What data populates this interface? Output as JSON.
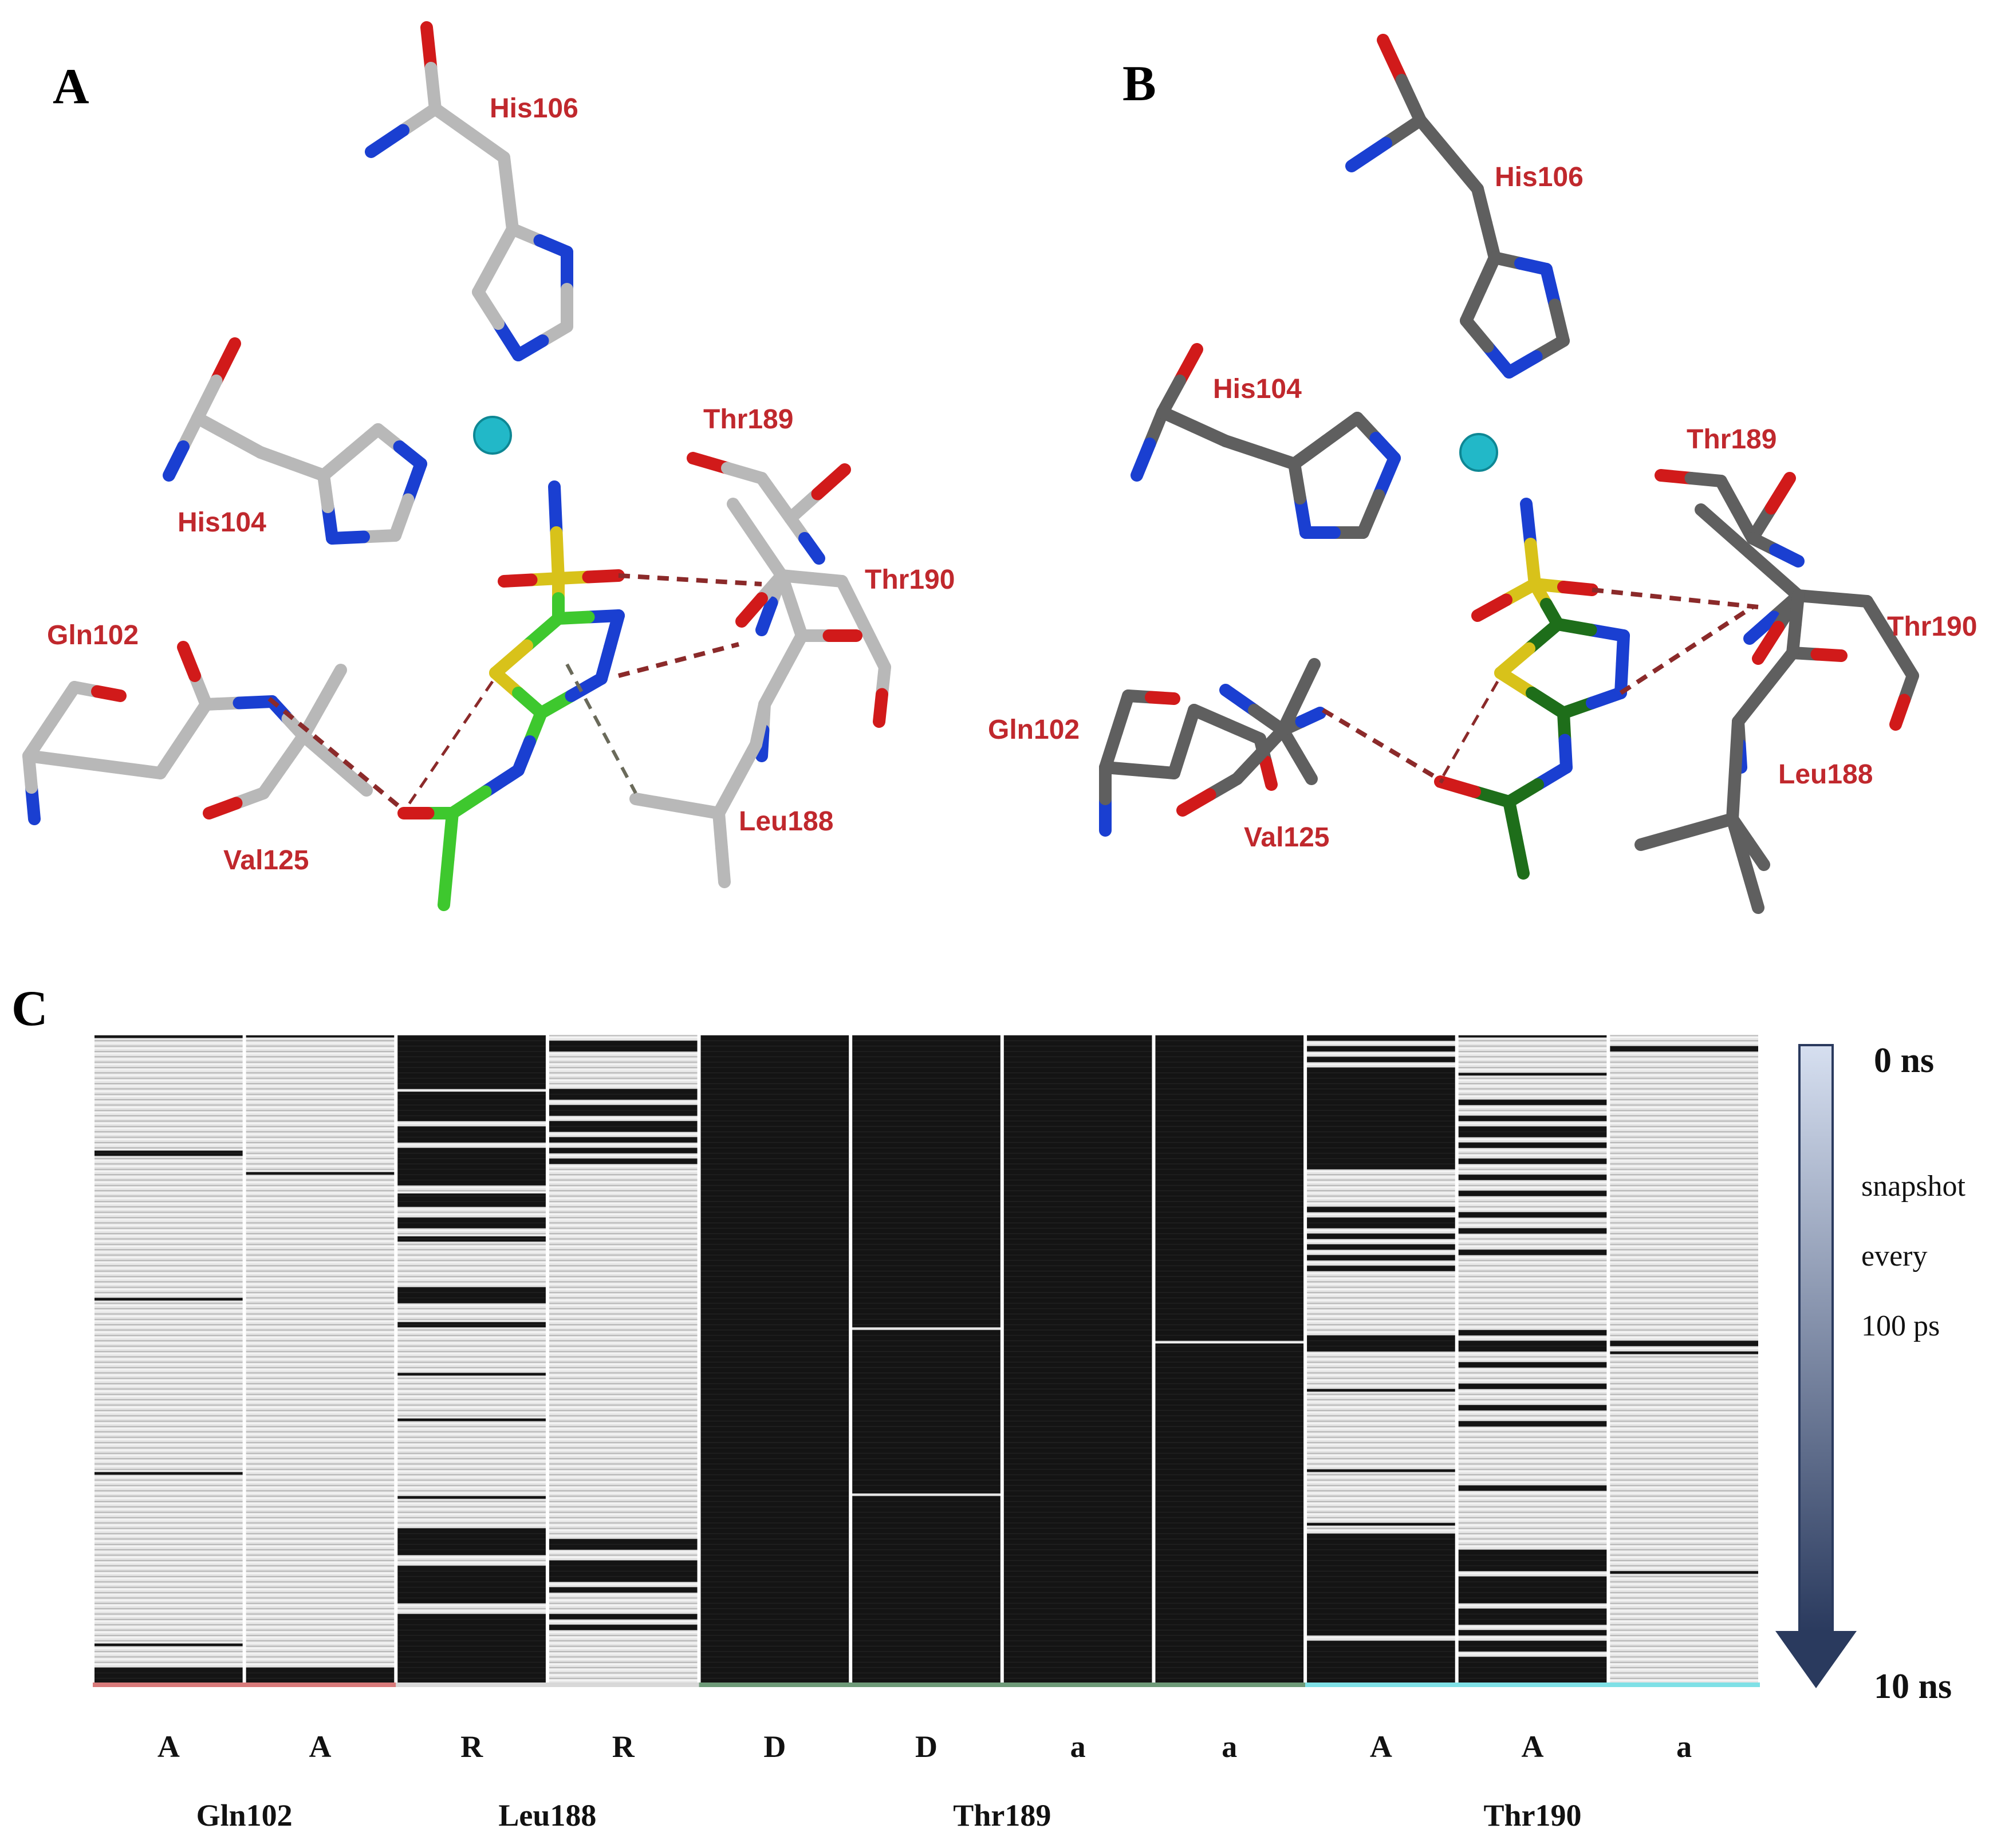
{
  "panels": {
    "a": {
      "letter": "A"
    },
    "b": {
      "letter": "B"
    },
    "c": {
      "letter": "C"
    }
  },
  "colors": {
    "carbon_light": "#b8b8b8",
    "carbon_dark": "#5f5f5f",
    "ligand_carbon_light": "#3ec82e",
    "ligand_carbon_dark": "#1e6e1a",
    "oxygen": "#d11a1a",
    "nitrogen": "#1a3fd1",
    "sulfur": "#d8c21a",
    "zinc": "#22b8c8",
    "hbond": "#8b2a2a",
    "label": "#c0282d",
    "occupied": "#141414",
    "empty": "#e4e4e4"
  },
  "residues_a": {
    "his106": "His106",
    "his104": "His104",
    "thr189": "Thr189",
    "thr190": "Thr190",
    "gln102": "Gln102",
    "val125": "Val125",
    "leu188": "Leu188"
  },
  "residues_b": {
    "his106": "His106",
    "his104": "His104",
    "thr189": "Thr189",
    "thr190": "Thr190",
    "gln102": "Gln102",
    "val125": "Val125",
    "leu188": "Leu188"
  },
  "timeline": {
    "start": "0 ns",
    "end": "10 ns",
    "snapshot_line1": "snapshot",
    "snapshot_line2": "every",
    "snapshot_line3": "100 ps"
  },
  "chart_data": {
    "type": "heatmap",
    "columns": [
      {
        "role": "A",
        "residue": "Gln102",
        "occupancy_segments": [
          [
            0,
            0.5
          ],
          [
            21.5,
            22.5
          ],
          [
            49,
            49.5
          ],
          [
            81.5,
            82
          ],
          [
            113.5,
            114
          ],
          [
            118,
            121
          ]
        ]
      },
      {
        "role": "A",
        "residue": "Gln102",
        "occupancy_segments": [
          [
            0,
            0.4
          ],
          [
            25.5,
            26
          ],
          [
            118,
            121
          ]
        ]
      },
      {
        "role": "R",
        "residue": "Leu188",
        "occupancy_segments": [
          [
            0,
            10
          ],
          [
            10.5,
            16
          ],
          [
            17,
            20
          ],
          [
            21,
            28
          ],
          [
            29.5,
            32
          ],
          [
            34,
            36
          ],
          [
            37.5,
            38.5
          ],
          [
            47,
            50
          ],
          [
            53.5,
            54.5
          ],
          [
            63,
            63.5
          ],
          [
            71.5,
            72
          ],
          [
            86,
            86.5
          ],
          [
            92,
            97
          ],
          [
            99,
            106
          ],
          [
            108,
            121
          ]
        ]
      },
      {
        "role": "R",
        "residue": "Leu188",
        "occupancy_segments": [
          [
            1,
            3
          ],
          [
            10,
            12
          ],
          [
            13,
            15
          ],
          [
            16,
            18
          ],
          [
            19,
            20
          ],
          [
            21,
            22
          ],
          [
            23,
            24
          ],
          [
            94,
            96
          ],
          [
            98,
            102
          ],
          [
            103,
            104
          ],
          [
            108,
            109
          ],
          [
            110,
            111
          ]
        ]
      },
      {
        "role": "D",
        "residue": "Thr189",
        "occupancy_segments": [
          [
            0,
            121
          ]
        ]
      },
      {
        "role": "D",
        "residue": "Thr189",
        "occupancy_segments": [
          [
            0,
            54.5
          ],
          [
            55,
            85.5
          ],
          [
            86,
            121
          ]
        ]
      },
      {
        "role": "a",
        "residue": "Thr189",
        "occupancy_segments": [
          [
            0,
            121
          ]
        ]
      },
      {
        "role": "a",
        "residue": "Thr189",
        "occupancy_segments": [
          [
            0,
            57
          ],
          [
            57.5,
            121
          ]
        ]
      },
      {
        "role": "A",
        "residue": "Thr190",
        "occupancy_segments": [
          [
            0,
            1
          ],
          [
            2,
            3
          ],
          [
            4,
            5
          ],
          [
            6,
            25
          ],
          [
            32,
            33
          ],
          [
            34,
            36
          ],
          [
            37,
            38
          ],
          [
            39,
            40
          ],
          [
            41,
            42
          ],
          [
            43,
            44
          ],
          [
            56,
            59
          ],
          [
            66,
            66.5
          ],
          [
            81,
            81.5
          ],
          [
            91,
            91.5
          ],
          [
            93,
            112
          ],
          [
            113,
            121
          ]
        ]
      },
      {
        "role": "A",
        "residue": "Thr190",
        "occupancy_segments": [
          [
            0,
            0.4
          ],
          [
            7,
            7.5
          ],
          [
            12,
            13
          ],
          [
            15,
            16
          ],
          [
            17,
            19
          ],
          [
            20,
            21
          ],
          [
            23,
            24
          ],
          [
            26,
            27
          ],
          [
            29,
            30
          ],
          [
            33,
            34
          ],
          [
            36,
            37
          ],
          [
            40,
            41
          ],
          [
            55,
            56
          ],
          [
            57,
            59
          ],
          [
            61,
            62
          ],
          [
            65,
            66
          ],
          [
            69,
            70
          ],
          [
            72,
            73
          ],
          [
            84,
            85
          ],
          [
            96,
            100
          ],
          [
            101,
            106
          ],
          [
            107,
            110
          ],
          [
            111,
            112
          ],
          [
            113,
            115
          ],
          [
            116,
            121
          ]
        ]
      },
      {
        "role": "a",
        "residue": "Thr190",
        "occupancy_segments": [
          [
            2,
            3
          ],
          [
            57,
            58
          ],
          [
            59,
            59.5
          ],
          [
            100,
            100.5
          ]
        ]
      }
    ],
    "residue_groups": [
      {
        "name": "Gln102",
        "columns": [
          0,
          1
        ],
        "color": "#d87a7a"
      },
      {
        "name": "Leu188",
        "columns": [
          2,
          3
        ],
        "color": "#d8d8d8"
      },
      {
        "name": "Thr189",
        "columns": [
          4,
          5,
          6,
          7
        ],
        "color": "#6e9a78"
      },
      {
        "name": "Thr190",
        "columns": [
          8,
          9,
          10
        ],
        "color": "#7fe0e6"
      }
    ],
    "time_range_snapshots": [
      0,
      121
    ]
  }
}
